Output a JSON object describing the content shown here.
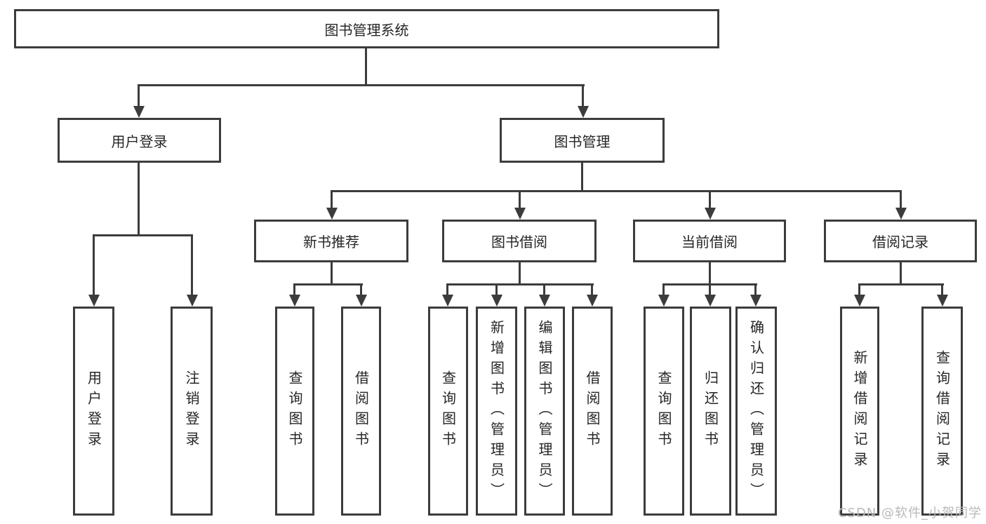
{
  "tree": {
    "label": "图书管理系统",
    "children": [
      {
        "label": "用户登录",
        "children": [
          {
            "label": "用户登录"
          },
          {
            "label": "注销登录"
          }
        ]
      },
      {
        "label": "图书管理",
        "children": [
          {
            "label": "新书推荐",
            "children": [
              {
                "label": "查询图书"
              },
              {
                "label": "借阅图书"
              }
            ]
          },
          {
            "label": "图书借阅",
            "children": [
              {
                "label": "查询图书"
              },
              {
                "label": "新增图书（管理员）"
              },
              {
                "label": "编辑图书（管理员）"
              },
              {
                "label": "借阅图书"
              }
            ]
          },
          {
            "label": "当前借阅",
            "children": [
              {
                "label": "查询图书"
              },
              {
                "label": "归还图书"
              },
              {
                "label": "确认归还（管理员）"
              }
            ]
          },
          {
            "label": "借阅记录",
            "children": [
              {
                "label": "新增借阅记录"
              },
              {
                "label": "查询借阅记录"
              }
            ]
          }
        ]
      }
    ]
  },
  "watermark": "CSDN @软件_小贺同学",
  "colors": {
    "line": "#3c3c3c",
    "text": "#262626",
    "watermark": "#b9b9b9",
    "background": "#ffffff"
  }
}
